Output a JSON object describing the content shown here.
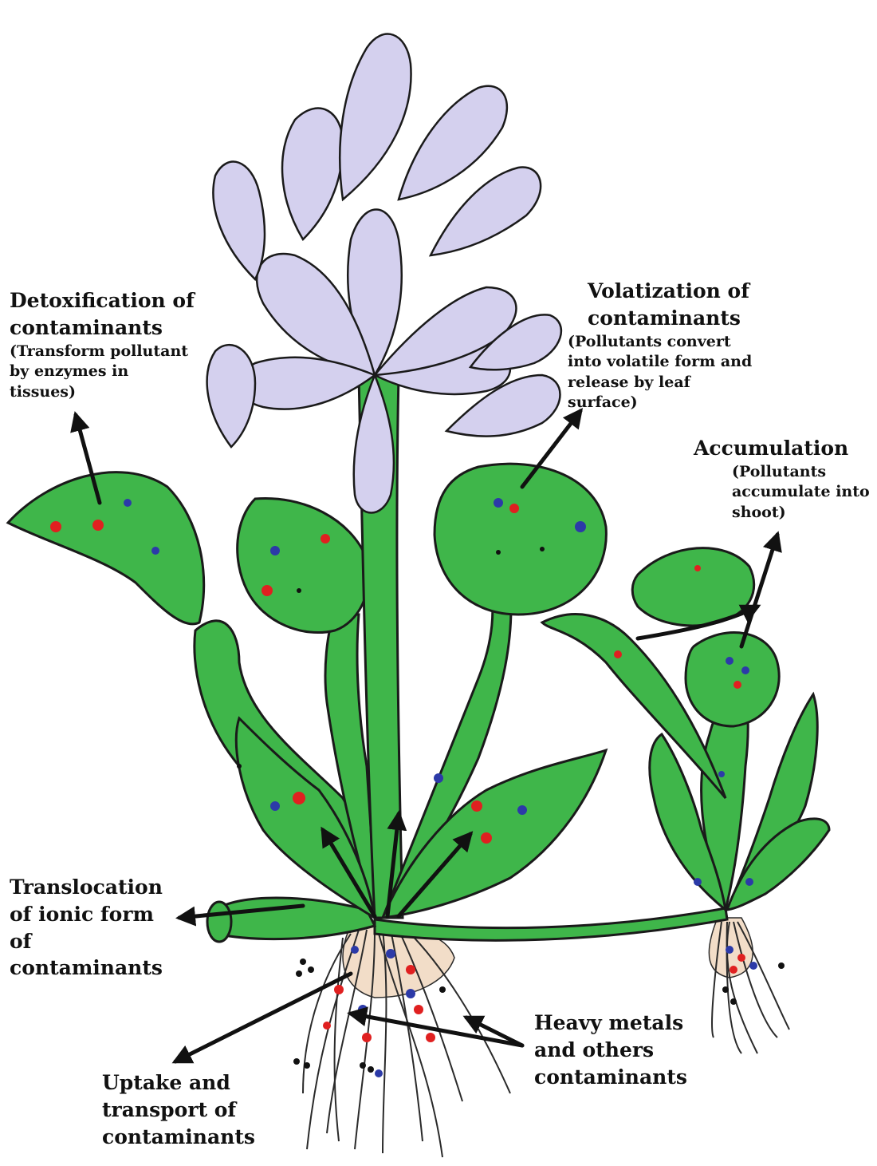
{
  "colors": {
    "leaf": "#3fb64a",
    "flower": "#d4d0ee",
    "root": "#f2ddc8",
    "outline": "#1a1a1a",
    "pollutant_red": "#e02020",
    "pollutant_blue": "#2c3aa8",
    "pollutant_black": "#111111"
  },
  "labels": {
    "detox": {
      "title": [
        "Detoxification of",
        "contaminants"
      ],
      "sub": [
        "(Transform pollutant",
        "by enzymes in",
        "tissues)"
      ]
    },
    "volat": {
      "title": [
        "Volatization of",
        "contaminants"
      ],
      "sub": [
        "(Pollutants convert",
        "into volatile form and",
        "release by leaf",
        "surface)"
      ]
    },
    "accum": {
      "title": [
        "Accumulation"
      ],
      "sub": [
        "(Pollutants",
        "accumulate into",
        "shoot)"
      ]
    },
    "transloc": {
      "title": [
        "Translocation",
        "of ionic form",
        "of",
        "contaminants"
      ]
    },
    "uptake": {
      "title": [
        "Uptake and",
        "transport of",
        "contaminants"
      ]
    },
    "heavy": {
      "title": [
        "Heavy metals",
        "and others",
        "contaminants"
      ]
    }
  }
}
